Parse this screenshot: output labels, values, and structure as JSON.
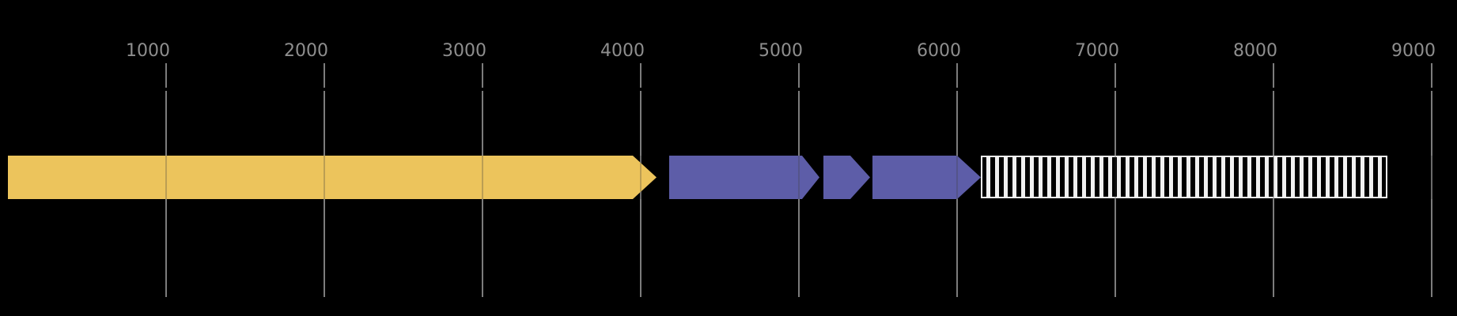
{
  "figure": {
    "background_color": "#000000",
    "kind": "genome annotation track (gene arrow map)"
  },
  "chart_data": {
    "type": "gene-arrow-map",
    "title": "",
    "xlabel": "",
    "ylabel": "",
    "x_axis": {
      "unit_range": [
        -50,
        9160
      ],
      "ticks": [
        1000,
        2000,
        3000,
        4000,
        5000,
        6000,
        7000,
        8000,
        9000
      ],
      "tick_label_color": "#8e8e8e",
      "gridline_color": "#7c7c7c",
      "grid_on": true
    },
    "features": [
      {
        "id": "gene-1",
        "shape": "arrow",
        "direction": "right",
        "start": 0,
        "end": 4100,
        "head_start": 3950,
        "color": "#ecc45c"
      },
      {
        "id": "gene-2",
        "shape": "arrow",
        "direction": "right",
        "start": 4180,
        "end": 5130,
        "head_start": 5020,
        "color": "#5d5da8"
      },
      {
        "id": "gene-3",
        "shape": "arrow",
        "direction": "right",
        "start": 5155,
        "end": 5450,
        "head_start": 5325,
        "color": "#5d5da8"
      },
      {
        "id": "gene-4",
        "shape": "arrow",
        "direction": "right",
        "start": 5465,
        "end": 6150,
        "head_start": 6000,
        "color": "#5d5da8"
      },
      {
        "id": "region-hatched",
        "shape": "striped-box",
        "direction": "none",
        "start": 6155,
        "end": 8715,
        "fill": "#000000",
        "stripe_color": "#f0f0f0",
        "border_color": "#f0f0f0"
      }
    ],
    "legend": null,
    "annotations": []
  }
}
